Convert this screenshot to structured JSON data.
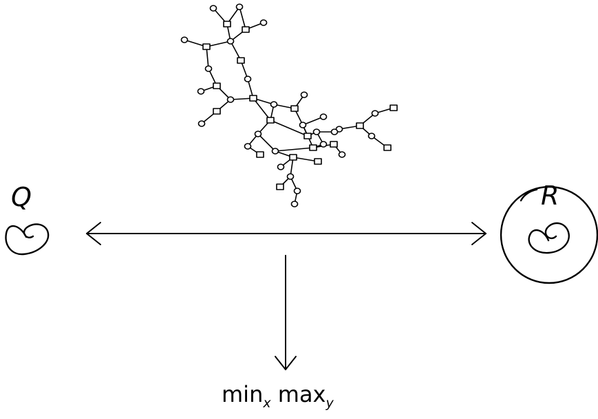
{
  "labels": {
    "q": "Q",
    "r": "R",
    "min": "min",
    "min_sub": "x",
    "max": "max",
    "max_sub": "y"
  },
  "colors": {
    "ink": "#000000",
    "background": "#ffffff"
  },
  "icons": {
    "q_symbol": "curl-glyph",
    "r_symbol": "curl-glyph-in-circle",
    "network": "graph-of-circles-and-squares"
  }
}
